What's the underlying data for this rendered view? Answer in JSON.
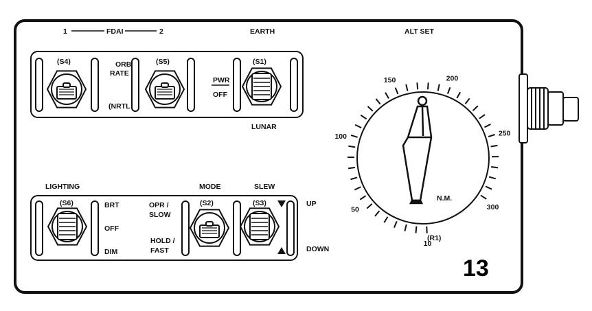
{
  "panel": {
    "number": "13",
    "upper": {
      "fdai_left": "1",
      "fdai_label": "FDAI",
      "fdai_right": "2",
      "earth": "EARTH",
      "lunar": "LUNAR",
      "orb": "ORB",
      "rate": "RATE",
      "inrtl": "(NRTL",
      "pwr": "PWR",
      "off": "OFF",
      "switches": [
        "(S4)",
        "(S5)",
        "(S1)"
      ]
    },
    "lower": {
      "lighting": "LIGHTING",
      "mode": "MODE",
      "slew": "SLEW",
      "brt": "BRT",
      "off": "OFF",
      "dim": "DIM",
      "opr": "OPR /",
      "slow": "SLOW",
      "hold": "HOLD /",
      "fast": "FAST",
      "up": "UP",
      "down": "DOWN",
      "switches": [
        "(S6)",
        "(S2)",
        "(S3)"
      ]
    },
    "dial": {
      "title": "ALT SET",
      "unit": "N.M.",
      "ref": "(R1)",
      "scale_labels": [
        "10",
        "50",
        "100",
        "150",
        "200",
        "250",
        "300"
      ]
    }
  }
}
